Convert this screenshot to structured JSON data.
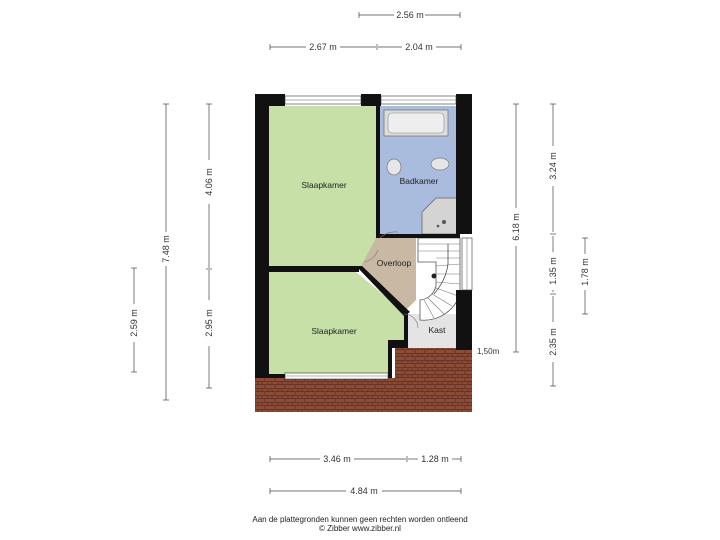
{
  "rooms": {
    "top_bedroom": "Slaapkamer",
    "bathroom": "Badkamer",
    "landing": "Overloop",
    "bottom_bedroom": "Slaapkamer",
    "closet": "Kast"
  },
  "dimensions": {
    "top_overall": "2.56 m",
    "top_left": "2.67 m",
    "top_right": "2.04 m",
    "bottom_left": "3.46 m",
    "bottom_right": "1.28 m",
    "bottom_overall": "4.84 m",
    "left_overall": "7.48 m",
    "left_upper": "4.06 m",
    "left_lower": "2.95 m",
    "left_outer_lower": "2.59 m",
    "right_overall": "6.18 m",
    "right_upper": "3.24 m",
    "right_mid": "1.35 m",
    "right_lower": "2.35 m",
    "right_outer": "1.78 m",
    "closet_width": "1,50m"
  },
  "footer": {
    "disclaimer": "Aan de plattegronden kunnen geen rechten worden ontleend",
    "copyright": "© Zibber www.zibber.nl"
  },
  "colors": {
    "bedroom": "#c6e0a8",
    "bathroom": "#a9bcde",
    "landing": "#c8b8a4",
    "closet": "#e4e4e4",
    "wall": "#111111",
    "roof": "#8a4a36"
  }
}
